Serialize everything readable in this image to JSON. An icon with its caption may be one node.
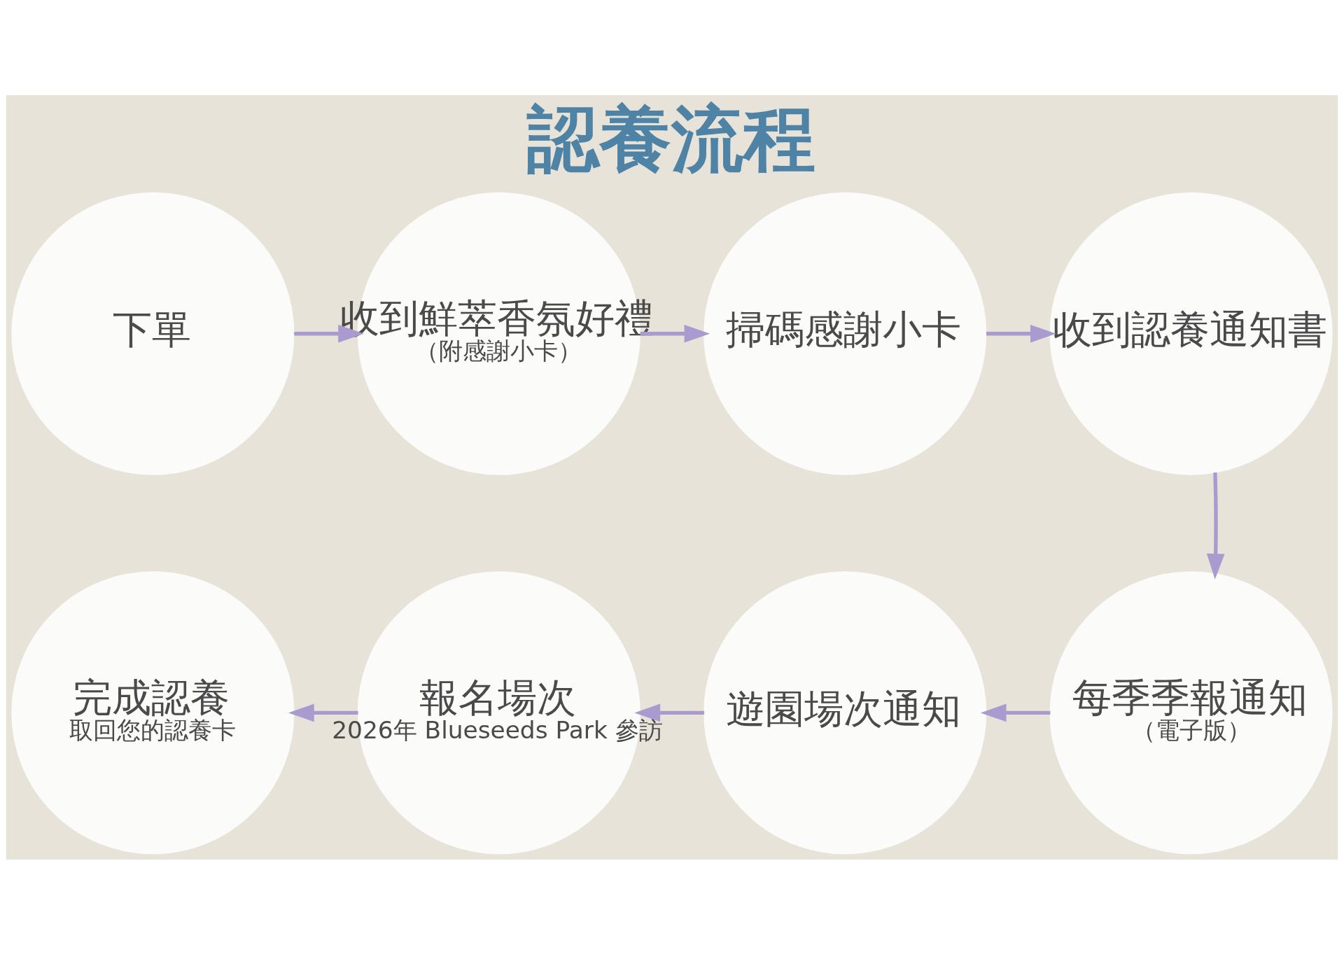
{
  "diagram": {
    "title": "認養流程",
    "nodes": [
      {
        "text": [
          "下單"
        ]
      },
      {
        "text": [
          "收到鮮萃香氛好禮",
          "（附感謝小卡）"
        ]
      },
      {
        "text": [
          "掃碼感謝小卡"
        ]
      },
      {
        "text": [
          "收到認養通知書"
        ]
      },
      {
        "text": [
          "每季季報通知",
          "（電子版）"
        ]
      },
      {
        "text": [
          "遊園場次通知"
        ]
      },
      {
        "text": [
          "報名場次",
          "2026年 Blueseeds Park 參訪"
        ]
      },
      {
        "text": [
          "完成認養",
          "取回您的認養卡"
        ]
      }
    ],
    "edges": [
      {
        "from": 0,
        "to": 1,
        "arrow": "to"
      },
      {
        "from": 1,
        "to": 2,
        "arrow": "to"
      },
      {
        "from": 2,
        "to": 3,
        "arrow": "to"
      },
      {
        "from": 3,
        "to": 4,
        "arrow": "to"
      },
      {
        "from": 4,
        "to": 5,
        "arrow": "to"
      },
      {
        "from": 5,
        "to": 6,
        "arrow": "to"
      },
      {
        "from": 6,
        "to": 7,
        "arrow": "to"
      }
    ]
  }
}
